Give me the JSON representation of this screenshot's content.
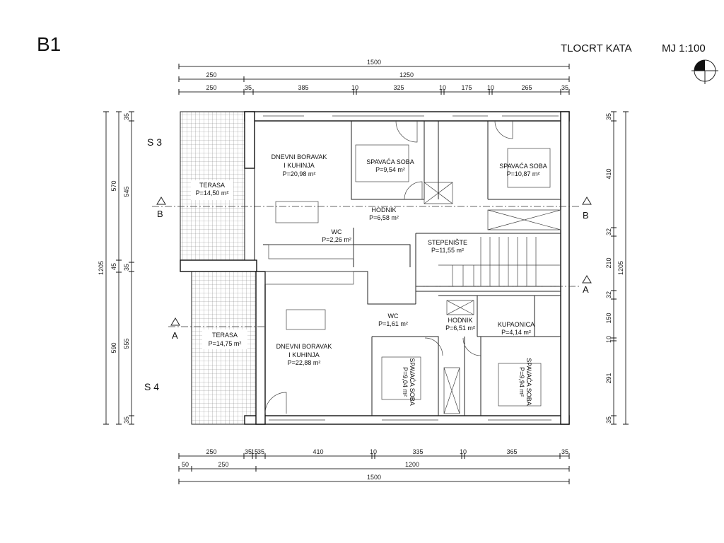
{
  "sheet": {
    "label": "B1",
    "title": "TLOCRT KATA",
    "scale": "MJ 1:100"
  },
  "units": {
    "top": "S 3",
    "bottom": "S 4"
  },
  "sections": {
    "a": "A",
    "b": "B"
  },
  "dims_top": {
    "total": "1500",
    "row2": [
      "250",
      "1250"
    ],
    "row3": [
      "250",
      "35",
      "385",
      "10",
      "325",
      "10",
      "175",
      "10",
      "265",
      "35"
    ]
  },
  "dims_bottom": {
    "row1": [
      "250",
      "35",
      "15",
      "35",
      "410",
      "10",
      "335",
      "10",
      "365",
      "35"
    ],
    "row2": [
      "50",
      "250",
      "1200"
    ],
    "total": "1500"
  },
  "dims_left": {
    "total": "1205",
    "row2": [
      "570",
      "45",
      "590"
    ],
    "row3": [
      "35",
      "545",
      "35",
      "555",
      "35"
    ]
  },
  "dims_right": {
    "row1": [
      "35",
      "410",
      "32",
      "210",
      "32",
      "150",
      "10",
      "291",
      "35"
    ],
    "total": "1205"
  },
  "rooms": {
    "terasa_top": {
      "name": "TERASA",
      "area": "P=14,50 m²"
    },
    "boravak_top": {
      "name1": "DNEVNI BORAVAK",
      "name2": "I KUHINJA",
      "area": "P=20,98 m²"
    },
    "soba1": {
      "name": "SPAVAĆA SOBA",
      "area": "P=9,54 m²"
    },
    "soba2": {
      "name": "SPAVAĆA SOBA",
      "area": "P=10,87 m²"
    },
    "hodnik_top": {
      "name": "HODNIK",
      "area": "P=6,58 m²"
    },
    "wc_top": {
      "name": "WC",
      "area": "P=2,26 m²"
    },
    "stepeniste": {
      "name": "STEPENIŠTE",
      "area": "P=11,55 m²"
    },
    "terasa_bottom": {
      "name": "TERASA",
      "area": "P=14,75 m²"
    },
    "boravak_bottom": {
      "name1": "DNEVNI BORAVAK",
      "name2": "I KUHINJA",
      "area": "P=22,88 m²"
    },
    "wc_bottom": {
      "name": "WC",
      "area": "P=1,61 m²"
    },
    "hodnik_bottom": {
      "name": "HODNIK",
      "area": "P=6,51 m²"
    },
    "kupaonica": {
      "name": "KUPAONICA",
      "area": "P=4,14 m²"
    },
    "soba3": {
      "name": "SPAVAĆA SOBA",
      "area": "P=9,04 m²"
    },
    "soba4": {
      "name": "SPAVAĆA SOBA",
      "area": "P=9,94 m²"
    }
  }
}
